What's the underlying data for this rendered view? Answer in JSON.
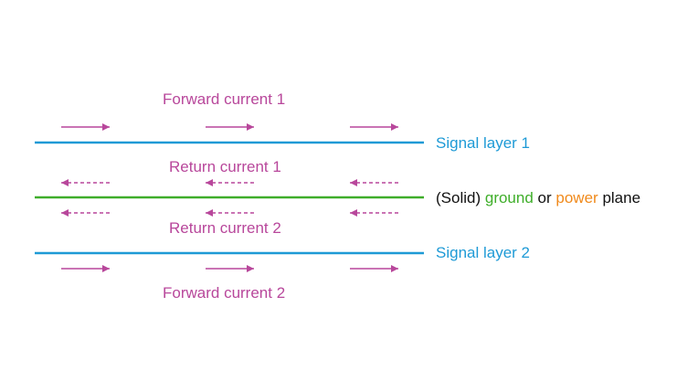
{
  "colors": {
    "signal_layer": "#1e9ad6",
    "ground_plane": "#3fae2a",
    "power_word": "#f08a1c",
    "current_arrows": "#b8479b",
    "text": "#111111"
  },
  "labels": {
    "forward_current_1": "Forward current 1",
    "return_current_1": "Return current 1",
    "return_current_2": "Return current 2",
    "forward_current_2": "Forward current 2",
    "signal_layer_1": "Signal layer 1",
    "signal_layer_2": "Signal layer 2",
    "plane": {
      "part_1": "(Solid)",
      "ground": "ground",
      "part_2": "or",
      "power": "power",
      "part_3": "plane"
    }
  },
  "arrows": [
    {
      "row": "forward-1",
      "direction": "right",
      "style": "solid",
      "count": 3
    },
    {
      "row": "return-1",
      "direction": "left",
      "style": "dashed",
      "count": 3
    },
    {
      "row": "return-2",
      "direction": "left",
      "style": "dashed",
      "count": 3
    },
    {
      "row": "forward-2",
      "direction": "right",
      "style": "solid",
      "count": 3
    }
  ]
}
